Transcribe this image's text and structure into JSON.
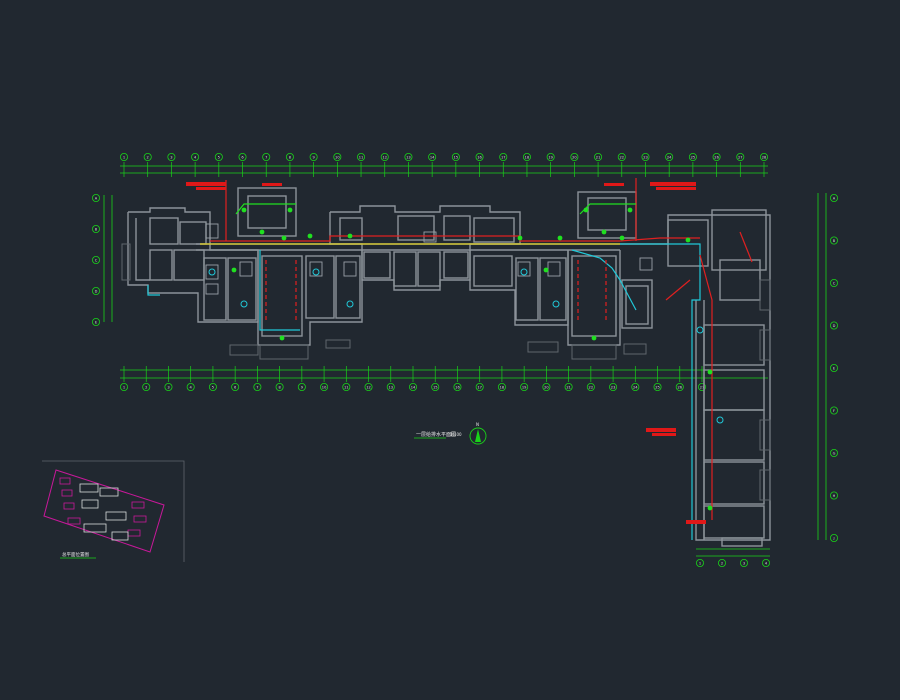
{
  "colors": {
    "background": "#212830",
    "wall": "#8c939a",
    "wall_dark": "#5f666d",
    "grid": "#19d219",
    "grid_text": "#d8dcdc",
    "pipe_red": "#e02020",
    "pipe_yellow": "#e0d020",
    "pipe_cyan": "#20c8d8",
    "pipe_green": "#20e020",
    "tag_red": "#e01818",
    "white": "#e8e8e8",
    "key_magenta": "#c8189a"
  },
  "grid_top": [
    "1",
    "2",
    "3",
    "4",
    "5",
    "6",
    "7",
    "8",
    "9",
    "10",
    "11",
    "12",
    "13",
    "14",
    "15",
    "16",
    "17",
    "18",
    "19",
    "20",
    "21",
    "22",
    "23",
    "24",
    "25",
    "26",
    "27",
    "28"
  ],
  "grid_bottom": [
    "1",
    "2",
    "3",
    "4",
    "5",
    "6",
    "7",
    "8",
    "9",
    "10",
    "11",
    "12",
    "13",
    "14",
    "15",
    "16",
    "17",
    "18",
    "19",
    "20",
    "21",
    "22",
    "23",
    "24",
    "25",
    "26",
    "27"
  ],
  "grid_left": [
    "A",
    "B",
    "C",
    "D",
    "E"
  ],
  "grid_right": [
    "A",
    "B",
    "C",
    "D",
    "E",
    "F",
    "G",
    "H",
    "J"
  ],
  "grid_wing_bottom": [
    "1",
    "2",
    "3",
    "4"
  ],
  "plan_title": "一层给排水平面图",
  "plan_scale": "1:100",
  "north_mark": "N",
  "key_plan_title": "总平面位置图"
}
